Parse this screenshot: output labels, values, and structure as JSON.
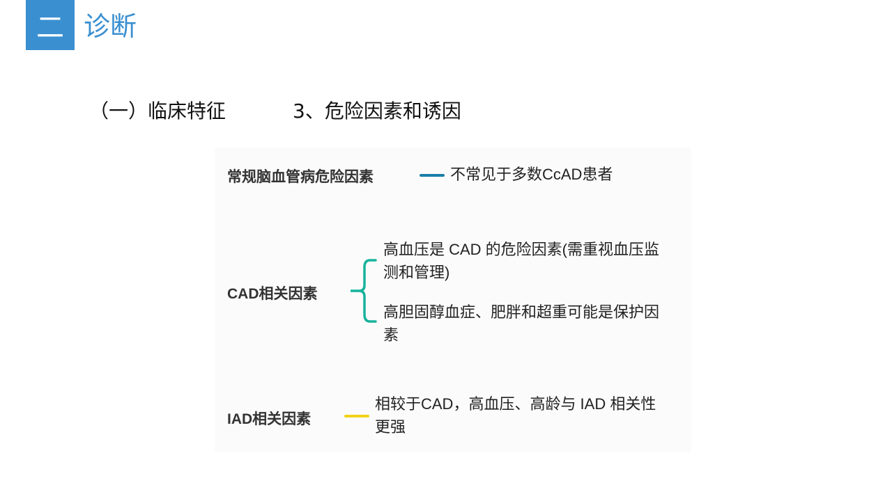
{
  "header": {
    "section_number": "二",
    "section_title": "诊断"
  },
  "subtitle": {
    "left": "（一）临床特征",
    "right": "3、危险因素和诱因"
  },
  "factors": {
    "conventional": {
      "label": "常规脑血管病危险因素",
      "note": "不常见于多数CcAD患者",
      "accent": "#1a7fa8"
    },
    "cad": {
      "label": "CAD相关因素",
      "items": [
        "高血压是 CAD 的危险因素(需重视血压监测和管理)",
        "高胆固醇血症、肥胖和超重可能是保护因素"
      ],
      "accent": "#16b29b"
    },
    "iad": {
      "label": "IAD相关因素",
      "note": "相较于CAD，高血压、高龄与 IAD 相关性更强",
      "accent": "#f2d21b"
    }
  }
}
